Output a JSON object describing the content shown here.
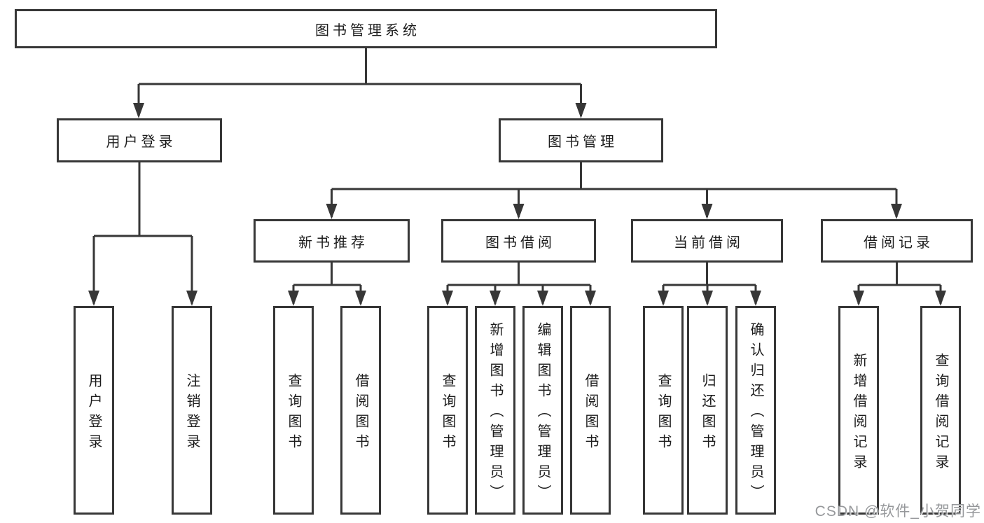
{
  "tree": {
    "label": "图书管理系统",
    "children": [
      {
        "label": "用户登录",
        "children": [
          {
            "label": "用户登录"
          },
          {
            "label": "注销登录"
          }
        ]
      },
      {
        "label": "图书管理",
        "children": [
          {
            "label": "新书推荐",
            "children": [
              {
                "label": "查询图书"
              },
              {
                "label": "借阅图书"
              }
            ]
          },
          {
            "label": "图书借阅",
            "children": [
              {
                "label": "查询图书"
              },
              {
                "label": "新增图书（管理员）"
              },
              {
                "label": "编辑图书（管理员）"
              },
              {
                "label": "借阅图书"
              }
            ]
          },
          {
            "label": "当前借阅",
            "children": [
              {
                "label": "查询图书"
              },
              {
                "label": "归还图书"
              },
              {
                "label": "确认归还（管理员）"
              }
            ]
          },
          {
            "label": "借阅记录",
            "children": [
              {
                "label": "新增借阅记录"
              },
              {
                "label": "查询借阅记录"
              }
            ]
          }
        ]
      }
    ]
  },
  "watermark": "CSDN @软件_小贺同学",
  "colors": {
    "line": "#373737",
    "border": "#373737",
    "text": "#1c1c1c",
    "background": "#ffffff",
    "watermark": "#96989b"
  }
}
